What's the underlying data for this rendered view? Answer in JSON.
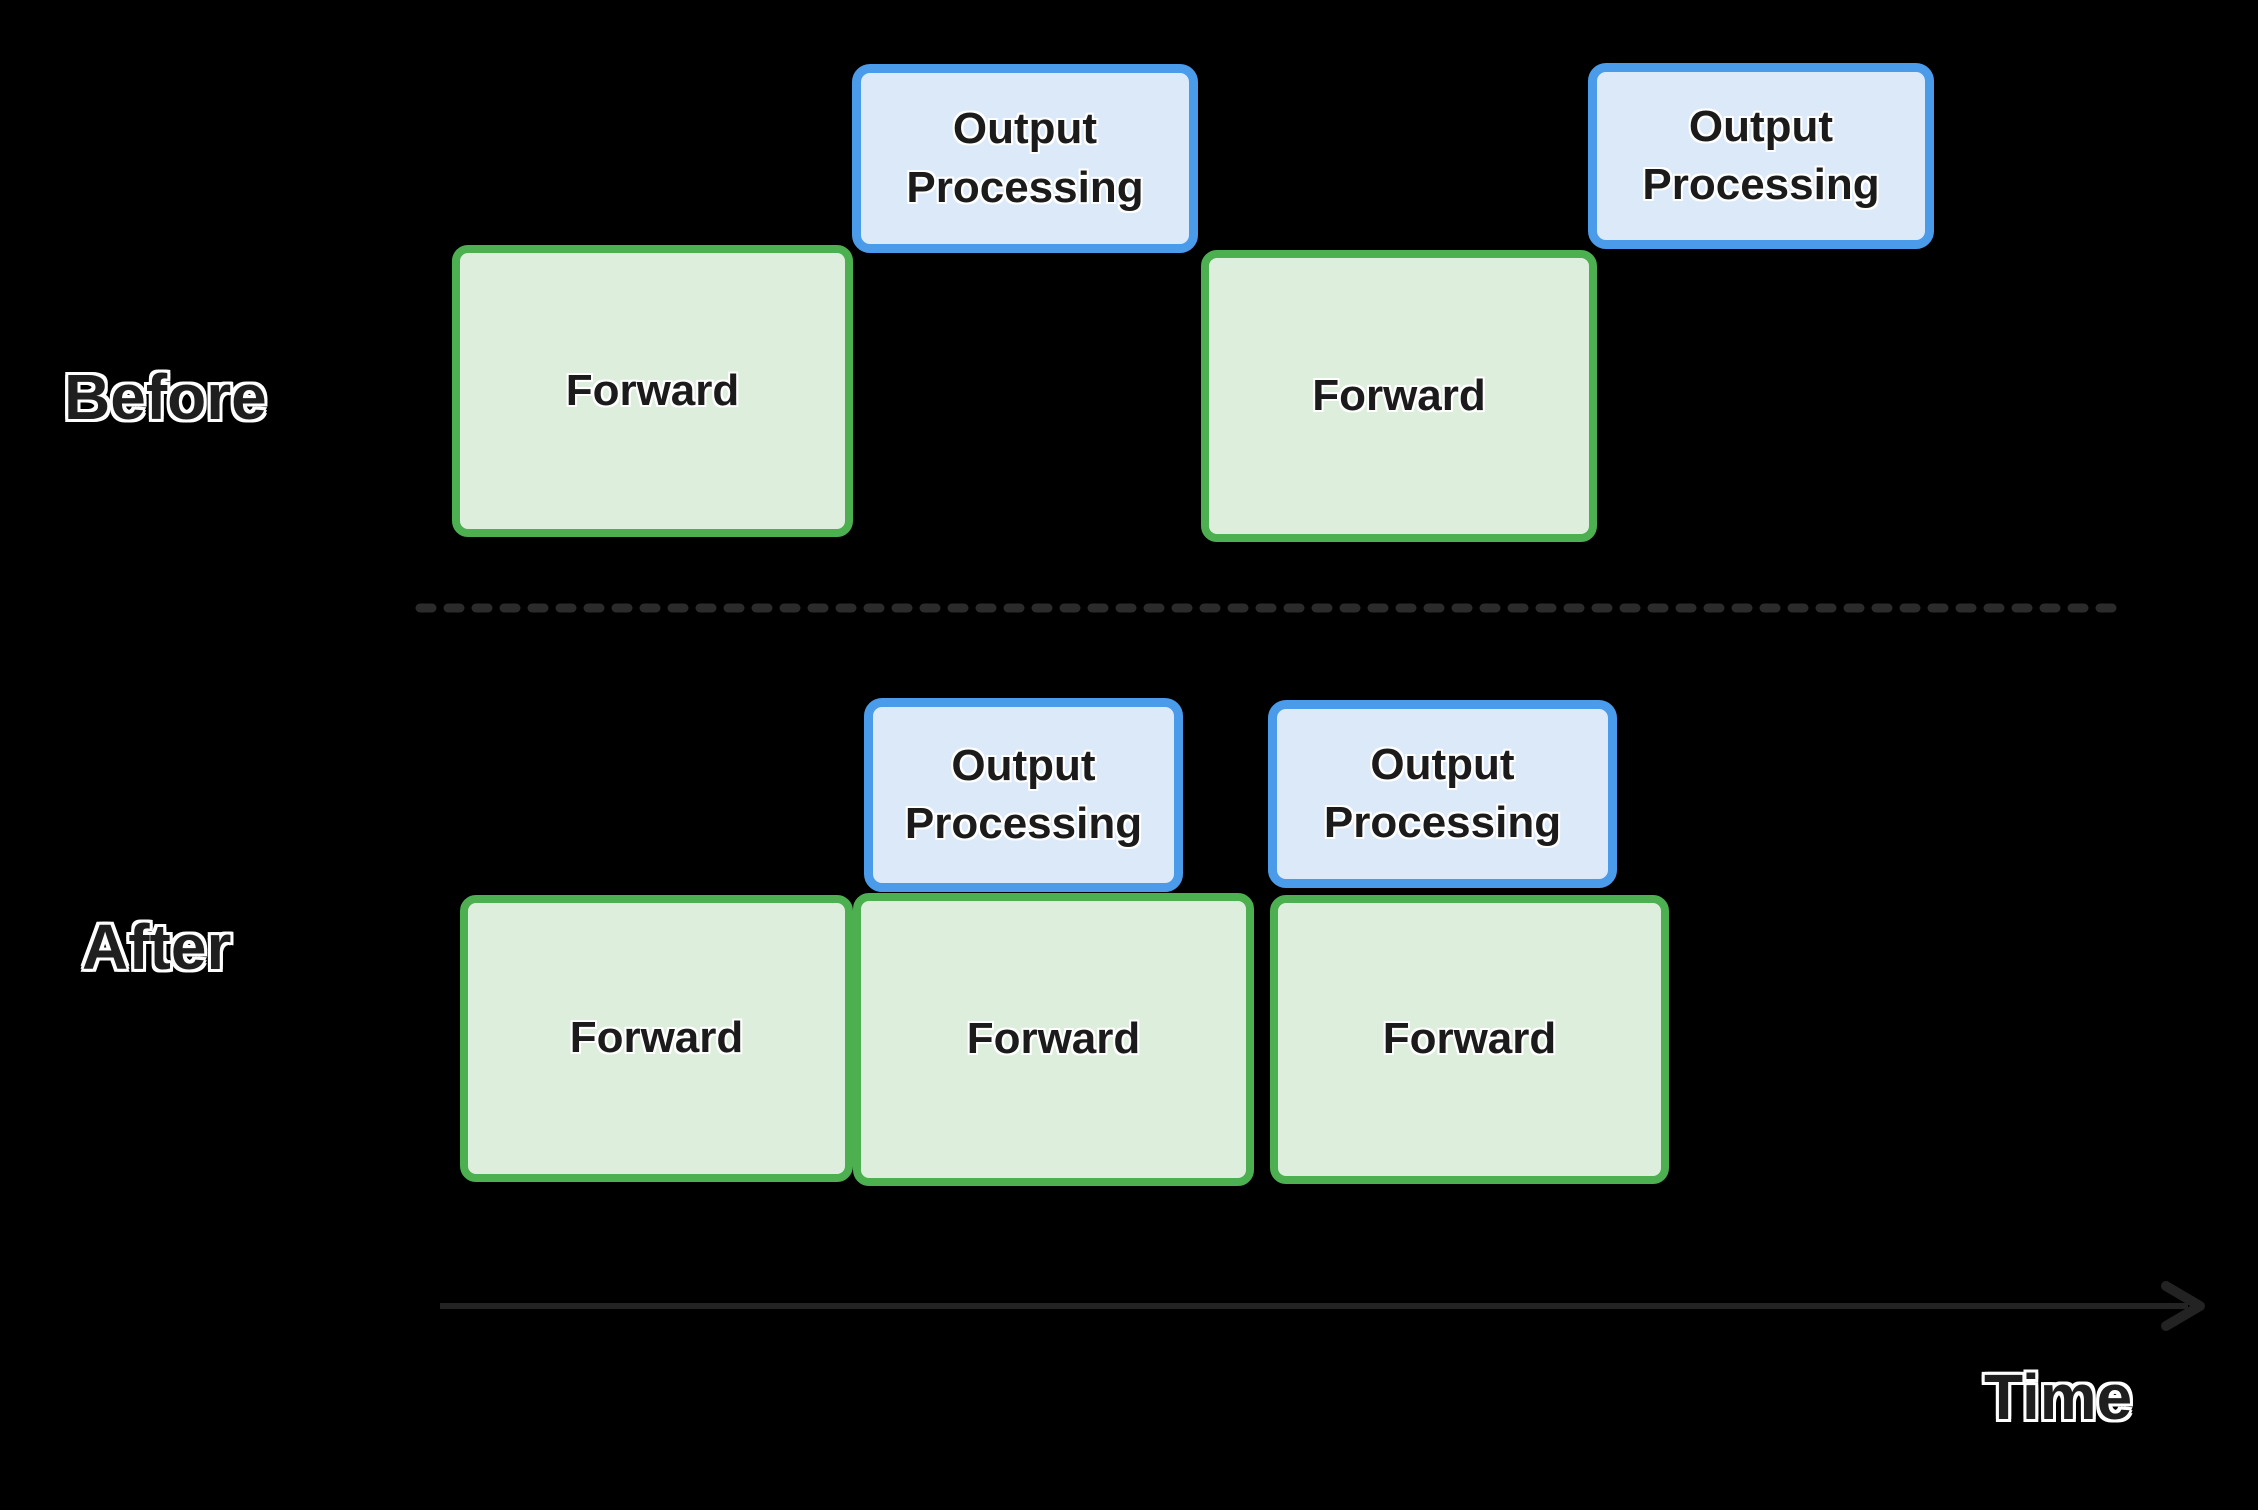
{
  "colors": {
    "background": "#000000",
    "forward_fill": "#ddeedd",
    "forward_border": "#4caf50",
    "output_fill": "#dce9f9",
    "output_border": "#4a9ceb",
    "box_text": "#1b1b1b",
    "label_text": "#1f1f1f",
    "label_outline": "#ffffff",
    "divider": "#2b2b2b",
    "axis": "#232323"
  },
  "before": {
    "label": "Before",
    "forward_boxes": [
      {
        "label": "Forward"
      },
      {
        "label": "Forward"
      }
    ],
    "output_boxes": [
      {
        "label": "Output Processing"
      },
      {
        "label": "Output Processing"
      }
    ]
  },
  "after": {
    "label": "After",
    "forward_boxes": [
      {
        "label": "Forward"
      },
      {
        "label": "Forward"
      },
      {
        "label": "Forward"
      }
    ],
    "output_boxes": [
      {
        "label": "Output Processing"
      },
      {
        "label": "Output Processing"
      }
    ]
  },
  "divider": {
    "style": "dashed"
  },
  "axis": {
    "label": "Time"
  }
}
